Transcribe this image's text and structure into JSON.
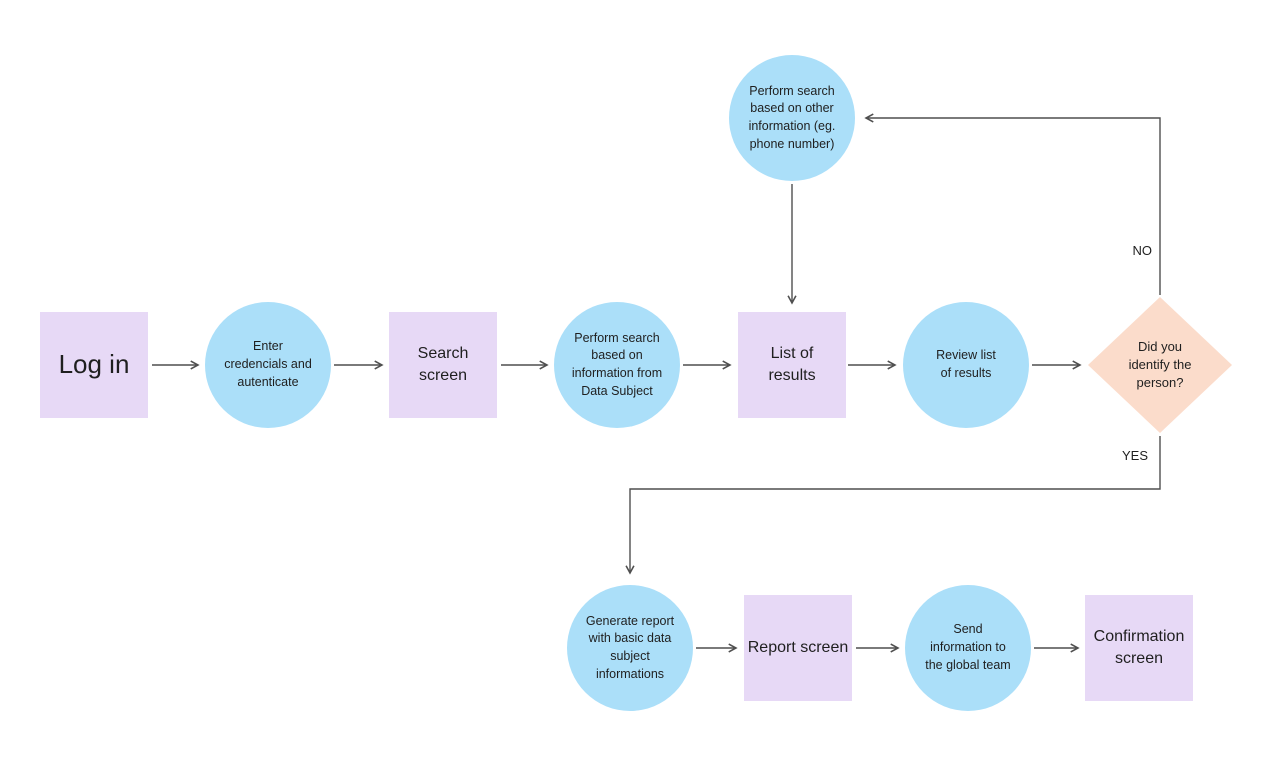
{
  "diagram": {
    "type": "flowchart",
    "colors": {
      "screen_node": "#E7D9F6",
      "action_node": "#ABDFF9",
      "decision_node": "#FBDCCB",
      "connector": "#4F4F4F"
    },
    "nodes": {
      "login": {
        "type": "screen",
        "label": "Log in"
      },
      "enter_credentials": {
        "type": "action",
        "label": "Enter\ncredencials and\nautenticate"
      },
      "search_screen": {
        "type": "screen",
        "label": "Search\nscreen"
      },
      "perform_search_data_subject": {
        "type": "action",
        "label": "Perform search\nbased on\ninformation from\nData Subject"
      },
      "list_of_results": {
        "type": "screen",
        "label": "List of\nresults"
      },
      "review_list": {
        "type": "action",
        "label": "Review list\nof results"
      },
      "decision_identify_person": {
        "type": "decision",
        "label": "Did you\nidentify the\nperson?"
      },
      "perform_search_other_info": {
        "type": "action",
        "label": "Perform search\nbased on other\ninformation (eg.\nphone number)"
      },
      "generate_report": {
        "type": "action",
        "label": "Generate report\nwith basic data\nsubject\ninformations"
      },
      "report_screen": {
        "type": "screen",
        "label": "Report screen"
      },
      "send_information": {
        "type": "action",
        "label": "Send\ninformation to\nthe global team"
      },
      "confirmation_screen": {
        "type": "screen",
        "label": "Confirmation\nscreen"
      }
    },
    "edge_labels": {
      "no": "NO",
      "yes": "YES"
    }
  }
}
